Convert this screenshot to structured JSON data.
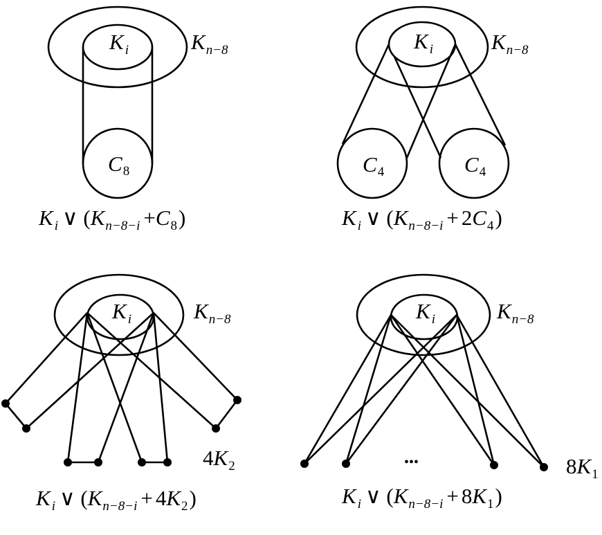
{
  "panels": [
    {
      "id": "a",
      "inner": "K",
      "inner_sub": "i",
      "outer": "K",
      "outer_sub": "n−8",
      "attached": [
        {
          "name": "C",
          "sub": "8"
        }
      ],
      "caption": {
        "ki": "K",
        "ki_sub": "i",
        "op": "∨ (",
        "kn": "K",
        "kn_sub": "n−8−i",
        "plus": "+",
        "coef": "",
        "g": "C",
        "g_sub": "8",
        "close": ")"
      }
    },
    {
      "id": "b",
      "inner": "K",
      "inner_sub": "i",
      "outer": "K",
      "outer_sub": "n−8",
      "attached": [
        {
          "name": "C",
          "sub": "4"
        },
        {
          "name": "C",
          "sub": "4"
        }
      ],
      "caption": {
        "ki": "K",
        "ki_sub": "i",
        "op": "∨ (",
        "kn": "K",
        "kn_sub": "n−8−i",
        "plus": "+",
        "coef": "2",
        "g": "C",
        "g_sub": "4",
        "close": ")"
      }
    },
    {
      "id": "c",
      "inner": "K",
      "inner_sub": "i",
      "outer": "K",
      "outer_sub": "n−8",
      "group_label": {
        "coef": "4",
        "name": "K",
        "sub": "2"
      },
      "caption": {
        "ki": "K",
        "ki_sub": "i",
        "op": "∨ (",
        "kn": "K",
        "kn_sub": "n−8−i",
        "plus": "+",
        "coef": "4",
        "g": "K",
        "g_sub": "2",
        "close": ")"
      }
    },
    {
      "id": "d",
      "inner": "K",
      "inner_sub": "i",
      "outer": "K",
      "outer_sub": "n−8",
      "ellipsis": "•••",
      "group_label": {
        "coef": "8",
        "name": "K",
        "sub": "1"
      },
      "caption": {
        "ki": "K",
        "ki_sub": "i",
        "op": "∨ (",
        "kn": "K",
        "kn_sub": "n−8−i",
        "plus": "+",
        "coef": "8",
        "g": "K",
        "g_sub": "1",
        "close": ")"
      }
    }
  ]
}
